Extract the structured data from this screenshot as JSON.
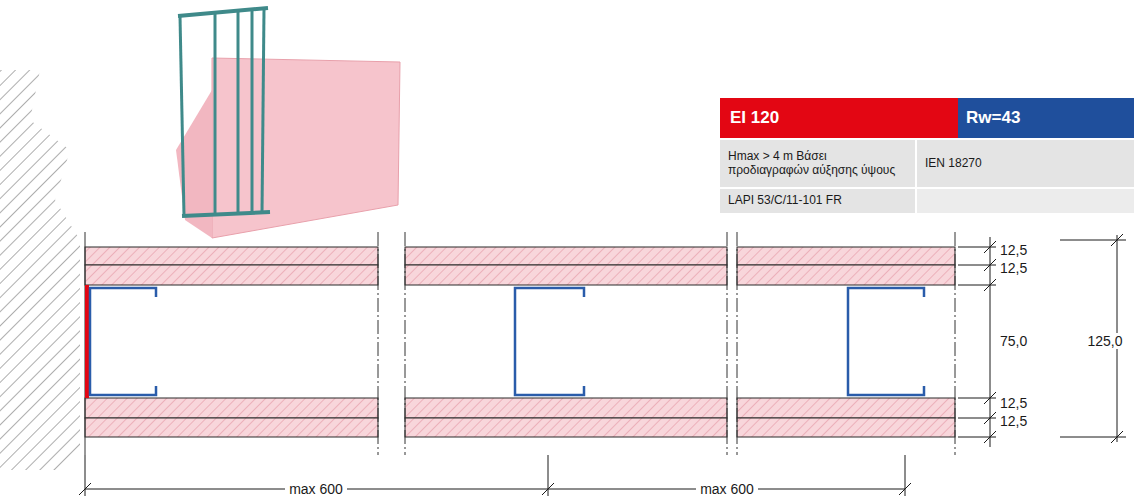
{
  "diagram": {
    "labels": [
      "EI 120",
      "Rw=43",
      "Hmax > 4 m Βάσει προδιαγραφών αύξησης ύψους",
      "IEN 18270",
      "LAPI 53/C/11-101 FR",
      "12,5",
      "12,5",
      "12,5",
      "12,5",
      "75,0",
      "125,0",
      "max 600",
      "max 600"
    ]
  }
}
